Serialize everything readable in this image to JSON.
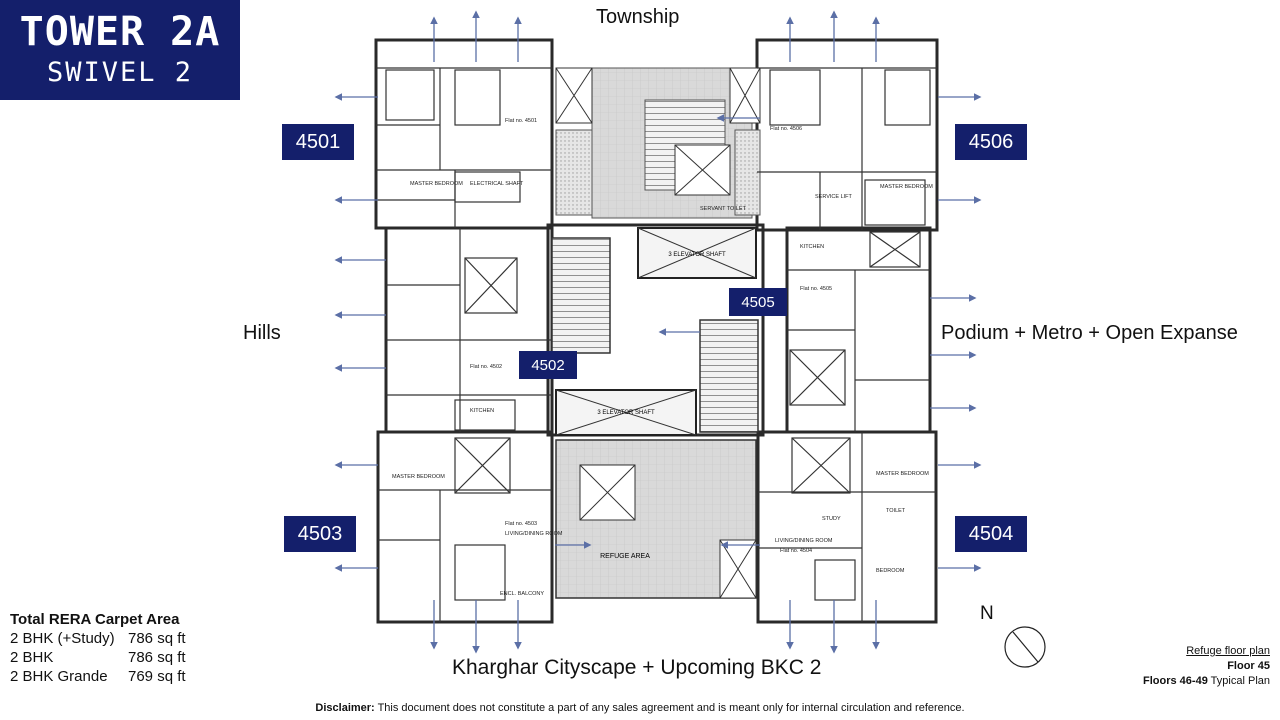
{
  "header": {
    "title": "TOWER 2A",
    "subtitle": "SWIVEL 2"
  },
  "units": {
    "u4501": "4501",
    "u4502": "4502",
    "u4503": "4503",
    "u4504": "4504",
    "u4505": "4505",
    "u4506": "4506"
  },
  "views": {
    "top": "Township",
    "left": "Hills",
    "right": "Podium + Metro + Open Expanse",
    "bottom": "Kharghar Cityscape + Upcoming BKC 2"
  },
  "rooms": {
    "flat_4501": "Flat no. 4501",
    "flat_4502": "Flat no. 4502",
    "flat_4503": "Flat no. 4503",
    "flat_4504": "Flat no. 4504",
    "flat_4505": "Flat no. 4505",
    "flat_4506": "Flat no. 4506",
    "elevator_shaft_top": "3 ELEVATOR SHAFT",
    "elevator_shaft_mid": "3 ELEVATOR SHAFT",
    "refuge_area": "REFUGE AREA",
    "service_lift": "SERVICE LIFT",
    "electrical_shaft": "ELECTRICAL SHAFT",
    "master_bedroom": "MASTER BEDROOM",
    "living_dining": "LIVING/DINING ROOM",
    "kitchen": "KITCHEN",
    "bedroom": "BEDROOM",
    "study": "STUDY",
    "toilet": "TOILET",
    "servant_toilet": "SERVANT TOILET",
    "balcony": "ENCL. BALCONY"
  },
  "area_summary": {
    "title": "Total RERA Carpet Area",
    "rows": [
      {
        "type": "2 BHK (+Study)",
        "area": "786 sq ft"
      },
      {
        "type": "2 BHK",
        "area": "786 sq ft"
      },
      {
        "type": "2 BHK Grande",
        "area": "769 sq ft"
      }
    ]
  },
  "floor_info": {
    "refuge": "Refuge floor plan",
    "floor": "Floor 45",
    "typical_bold": "Floors 46-49",
    "typical_rest": " Typical Plan"
  },
  "compass": {
    "label": "N"
  },
  "disclaimer": {
    "bold": "Disclaimer:",
    "text": " This document does not constitute a part of any sales agreement and is meant only for internal circulation and reference."
  },
  "colors": {
    "brand": "#141f6b",
    "arrow": "#5b6fa6",
    "wall": "#2a2a2a",
    "hatch": "#bdbdbd"
  }
}
